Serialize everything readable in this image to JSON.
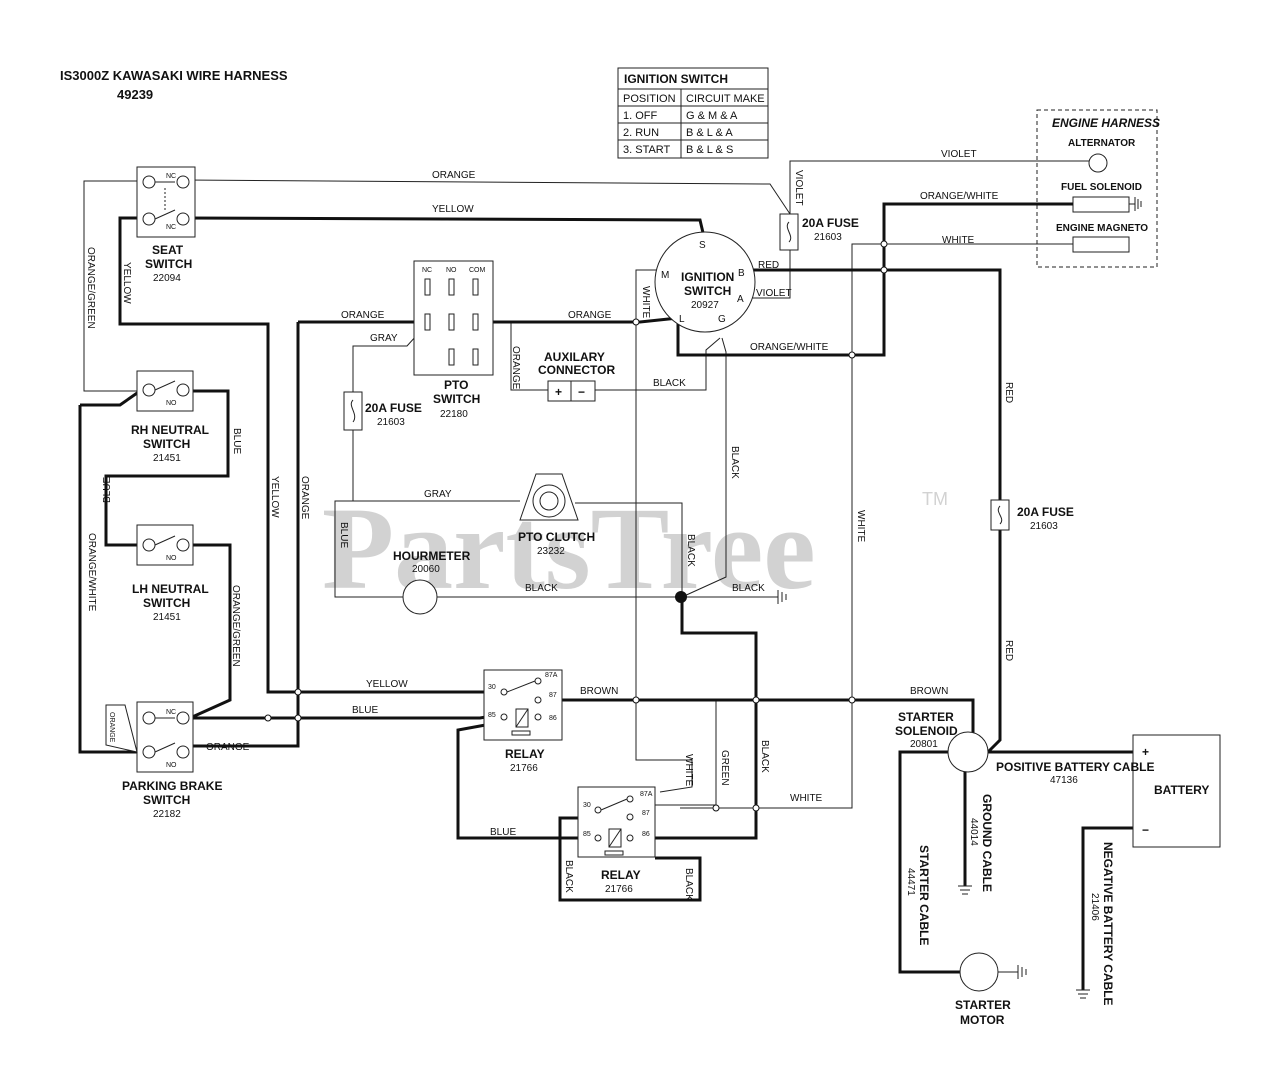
{
  "title": "IS3000Z KAWASAKI WIRE HARNESS",
  "part_number": "49239",
  "watermark": "PartsTree",
  "watermark_tm": "TM",
  "ignition_table": {
    "title": "IGNITION SWITCH",
    "headers": [
      "POSITION",
      "CIRCUIT MAKE"
    ],
    "rows": [
      [
        "1. OFF",
        "G & M & A"
      ],
      [
        "2. RUN",
        "B & L & A"
      ],
      [
        "3. START",
        "B & L & S"
      ]
    ]
  },
  "engine_harness": {
    "title": "ENGINE HARNESS",
    "items": [
      "ALTERNATOR",
      "FUEL SOLENOID",
      "ENGINE MAGNETO"
    ]
  },
  "components": {
    "seat_switch": {
      "name1": "SEAT",
      "name2": "SWITCH",
      "part": "22094"
    },
    "ignition_switch": {
      "name1": "IGNITION",
      "name2": "SWITCH",
      "part": "20927"
    },
    "pto_switch": {
      "name1": "PTO",
      "name2": "SWITCH",
      "part": "22180"
    },
    "aux_connector": {
      "name1": "AUXILARY",
      "name2": "CONNECTOR"
    },
    "rh_neutral": {
      "name1": "RH NEUTRAL",
      "name2": "SWITCH",
      "part": "21451"
    },
    "lh_neutral": {
      "name1": "LH NEUTRAL",
      "name2": "SWITCH",
      "part": "21451"
    },
    "fuse_mid": {
      "name": "20A FUSE",
      "part": "21603"
    },
    "fuse_top": {
      "name": "20A FUSE",
      "part": "21603"
    },
    "fuse_right": {
      "name": "20A FUSE",
      "part": "21603"
    },
    "pto_clutch": {
      "name": "PTO CLUTCH",
      "part": "23232"
    },
    "hourmeter": {
      "name": "HOURMETER",
      "part": "20060"
    },
    "parking_brake": {
      "name1": "PARKING BRAKE",
      "name2": "SWITCH",
      "part": "22182"
    },
    "relay1": {
      "name": "RELAY",
      "part": "21766"
    },
    "relay2": {
      "name": "RELAY",
      "part": "21766"
    },
    "starter_solenoid": {
      "name1": "STARTER",
      "name2": "SOLENOID",
      "part": "20801"
    },
    "battery": {
      "name": "BATTERY",
      "plus": "+",
      "minus": "−"
    },
    "positive_cable": {
      "name": "POSITIVE BATTERY CABLE",
      "part": "47136"
    },
    "negative_cable": {
      "name": "NEGATIVE BATTERY CABLE",
      "part": "21406"
    },
    "ground_cable": {
      "name": "GROUND CABLE",
      "part": "44014"
    },
    "starter_cable": {
      "name": "STARTER CABLE",
      "part": "44471"
    },
    "starter_motor": {
      "name1": "STARTER",
      "name2": "MOTOR"
    }
  },
  "pins": {
    "nc": "NC",
    "no": "NO",
    "com": "COM",
    "s": "S",
    "b": "B",
    "m": "M",
    "a": "A",
    "l": "L",
    "g": "G",
    "r30": "30",
    "r87a": "87A",
    "r87": "87",
    "r85": "85",
    "r86": "86",
    "plus": "+",
    "minus": "−"
  },
  "wires": {
    "orange": "ORANGE",
    "yellow": "YELLOW",
    "violet": "VIOLET",
    "orange_white": "ORANGE/WHITE",
    "white": "WHITE",
    "red": "RED",
    "gray": "GRAY",
    "black": "BLACK",
    "blue": "BLUE",
    "orange_green": "ORANGE/GREEN",
    "brown": "BROWN",
    "green": "GREEN"
  }
}
